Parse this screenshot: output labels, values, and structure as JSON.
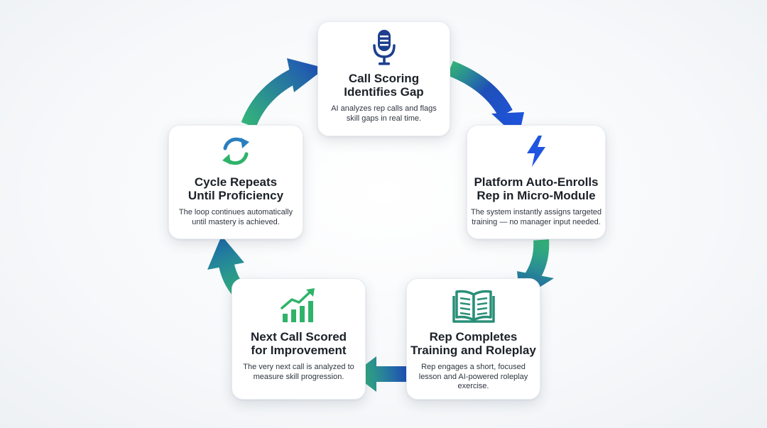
{
  "diagram": {
    "type": "cycle",
    "nodes": [
      {
        "id": "call-scoring",
        "icon": "microphone-icon",
        "icon_color": "#1e3f8f",
        "title_line1": "Call Scoring",
        "title_line2": "Identifies Gap",
        "desc_line1": "AI analyzes rep calls and flags",
        "desc_line2": "skill gaps in real time."
      },
      {
        "id": "auto-enroll",
        "icon": "lightning-bolt-icon",
        "icon_color": "#1f55e0",
        "title_line1": "Platform Auto-Enrolls",
        "title_line2": "Rep in Micro-Module",
        "desc_line1": "The system instantly assigns targeted",
        "desc_line2": "training — no manager input needed."
      },
      {
        "id": "rep-completes",
        "icon": "open-book-icon",
        "icon_color": "#2a8f78",
        "title_line1": "Rep Completes",
        "title_line2": "Training and Roleplay",
        "desc_line1": "Rep engages a short, focused",
        "desc_line2": "lesson and AI-powered roleplay",
        "desc_line3": "exercise."
      },
      {
        "id": "next-call",
        "icon": "growth-chart-icon",
        "icon_color": "#2fb36a",
        "title_line1": "Next Call Scored",
        "title_line2": "for Improvement",
        "desc_line1": "The very next call is analyzed to",
        "desc_line2": "measure skill progression."
      },
      {
        "id": "cycle",
        "icon": "refresh-cycle-icon",
        "icon_color": "#2a7fbf",
        "title_line1": "Cycle Repeats",
        "title_line2": "Until Proficiency",
        "desc_line1": "The loop continues automatically",
        "desc_line2": "until mastery is achieved."
      }
    ],
    "edges": [
      {
        "from": "call-scoring",
        "to": "auto-enroll"
      },
      {
        "from": "auto-enroll",
        "to": "rep-completes"
      },
      {
        "from": "rep-completes",
        "to": "next-call"
      },
      {
        "from": "next-call",
        "to": "cycle"
      },
      {
        "from": "cycle",
        "to": "call-scoring"
      }
    ],
    "colors": {
      "arrow_blue": "#1f4fb8",
      "arrow_green": "#33b67a",
      "card_bg": "#ffffff",
      "title_text": "#1c2128"
    }
  }
}
